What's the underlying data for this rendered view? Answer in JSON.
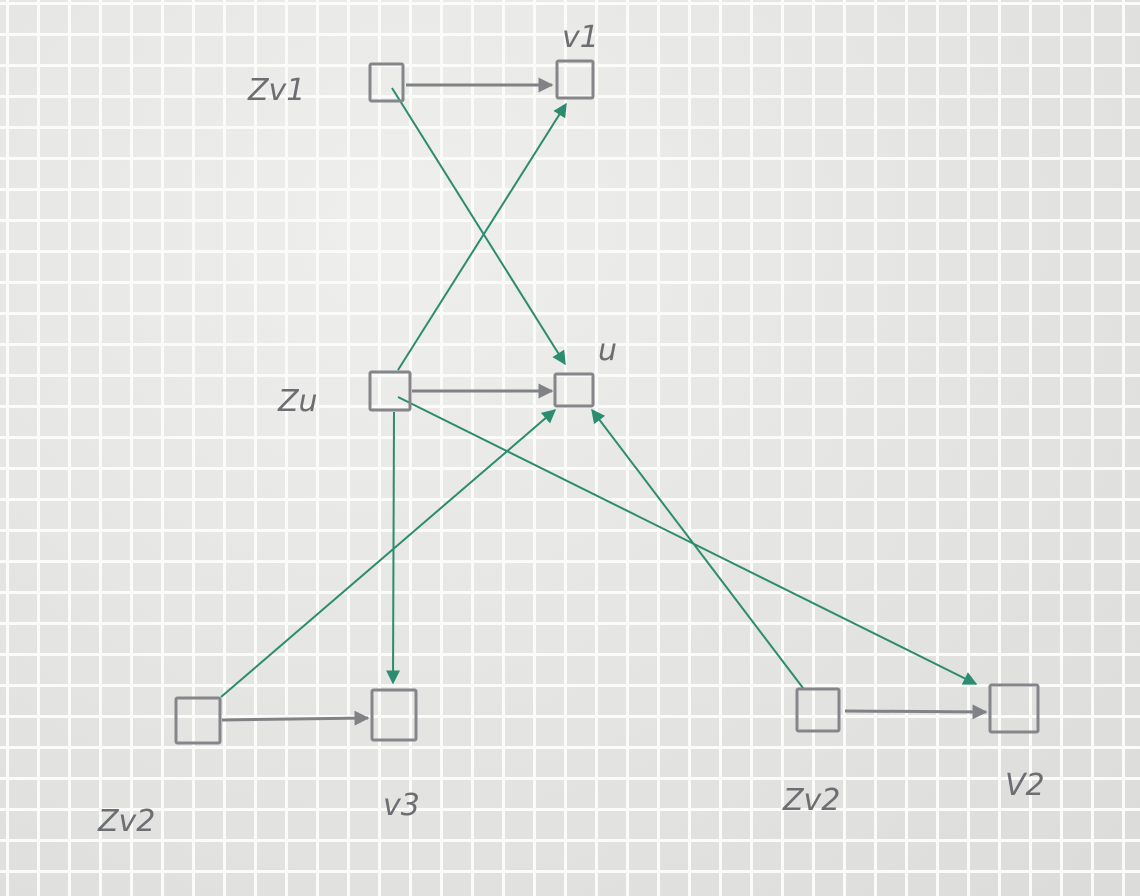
{
  "colors": {
    "paper": "#e9e9e7",
    "grid": "#fbfbfa",
    "box": "#85868a",
    "gray_edge": "#808286",
    "green_edge": "#2c8c6f",
    "label": "#6d6e72"
  },
  "nodes": [
    {
      "id": "zv1",
      "label": "Zv1"
    },
    {
      "id": "v1",
      "label": "v1"
    },
    {
      "id": "zu",
      "label": "Zu"
    },
    {
      "id": "u",
      "label": "u"
    },
    {
      "id": "zv3",
      "label": "Zv2"
    },
    {
      "id": "v3",
      "label": "v3"
    },
    {
      "id": "zv2",
      "label": "Zv2"
    },
    {
      "id": "v2",
      "label": "V2"
    }
  ],
  "edges": [
    {
      "from": "zv1",
      "to": "v1",
      "color": "gray"
    },
    {
      "from": "zu",
      "to": "u",
      "color": "gray"
    },
    {
      "from": "zv3",
      "to": "v3",
      "color": "gray"
    },
    {
      "from": "zv2",
      "to": "v2",
      "color": "gray"
    },
    {
      "from": "zv1",
      "to": "u",
      "color": "green"
    },
    {
      "from": "zu",
      "to": "v1",
      "color": "green"
    },
    {
      "from": "zu",
      "to": "v3",
      "color": "green"
    },
    {
      "from": "zu",
      "to": "v2",
      "color": "green"
    },
    {
      "from": "zv3",
      "to": "u",
      "color": "green"
    },
    {
      "from": "zv2",
      "to": "u",
      "color": "green"
    }
  ]
}
